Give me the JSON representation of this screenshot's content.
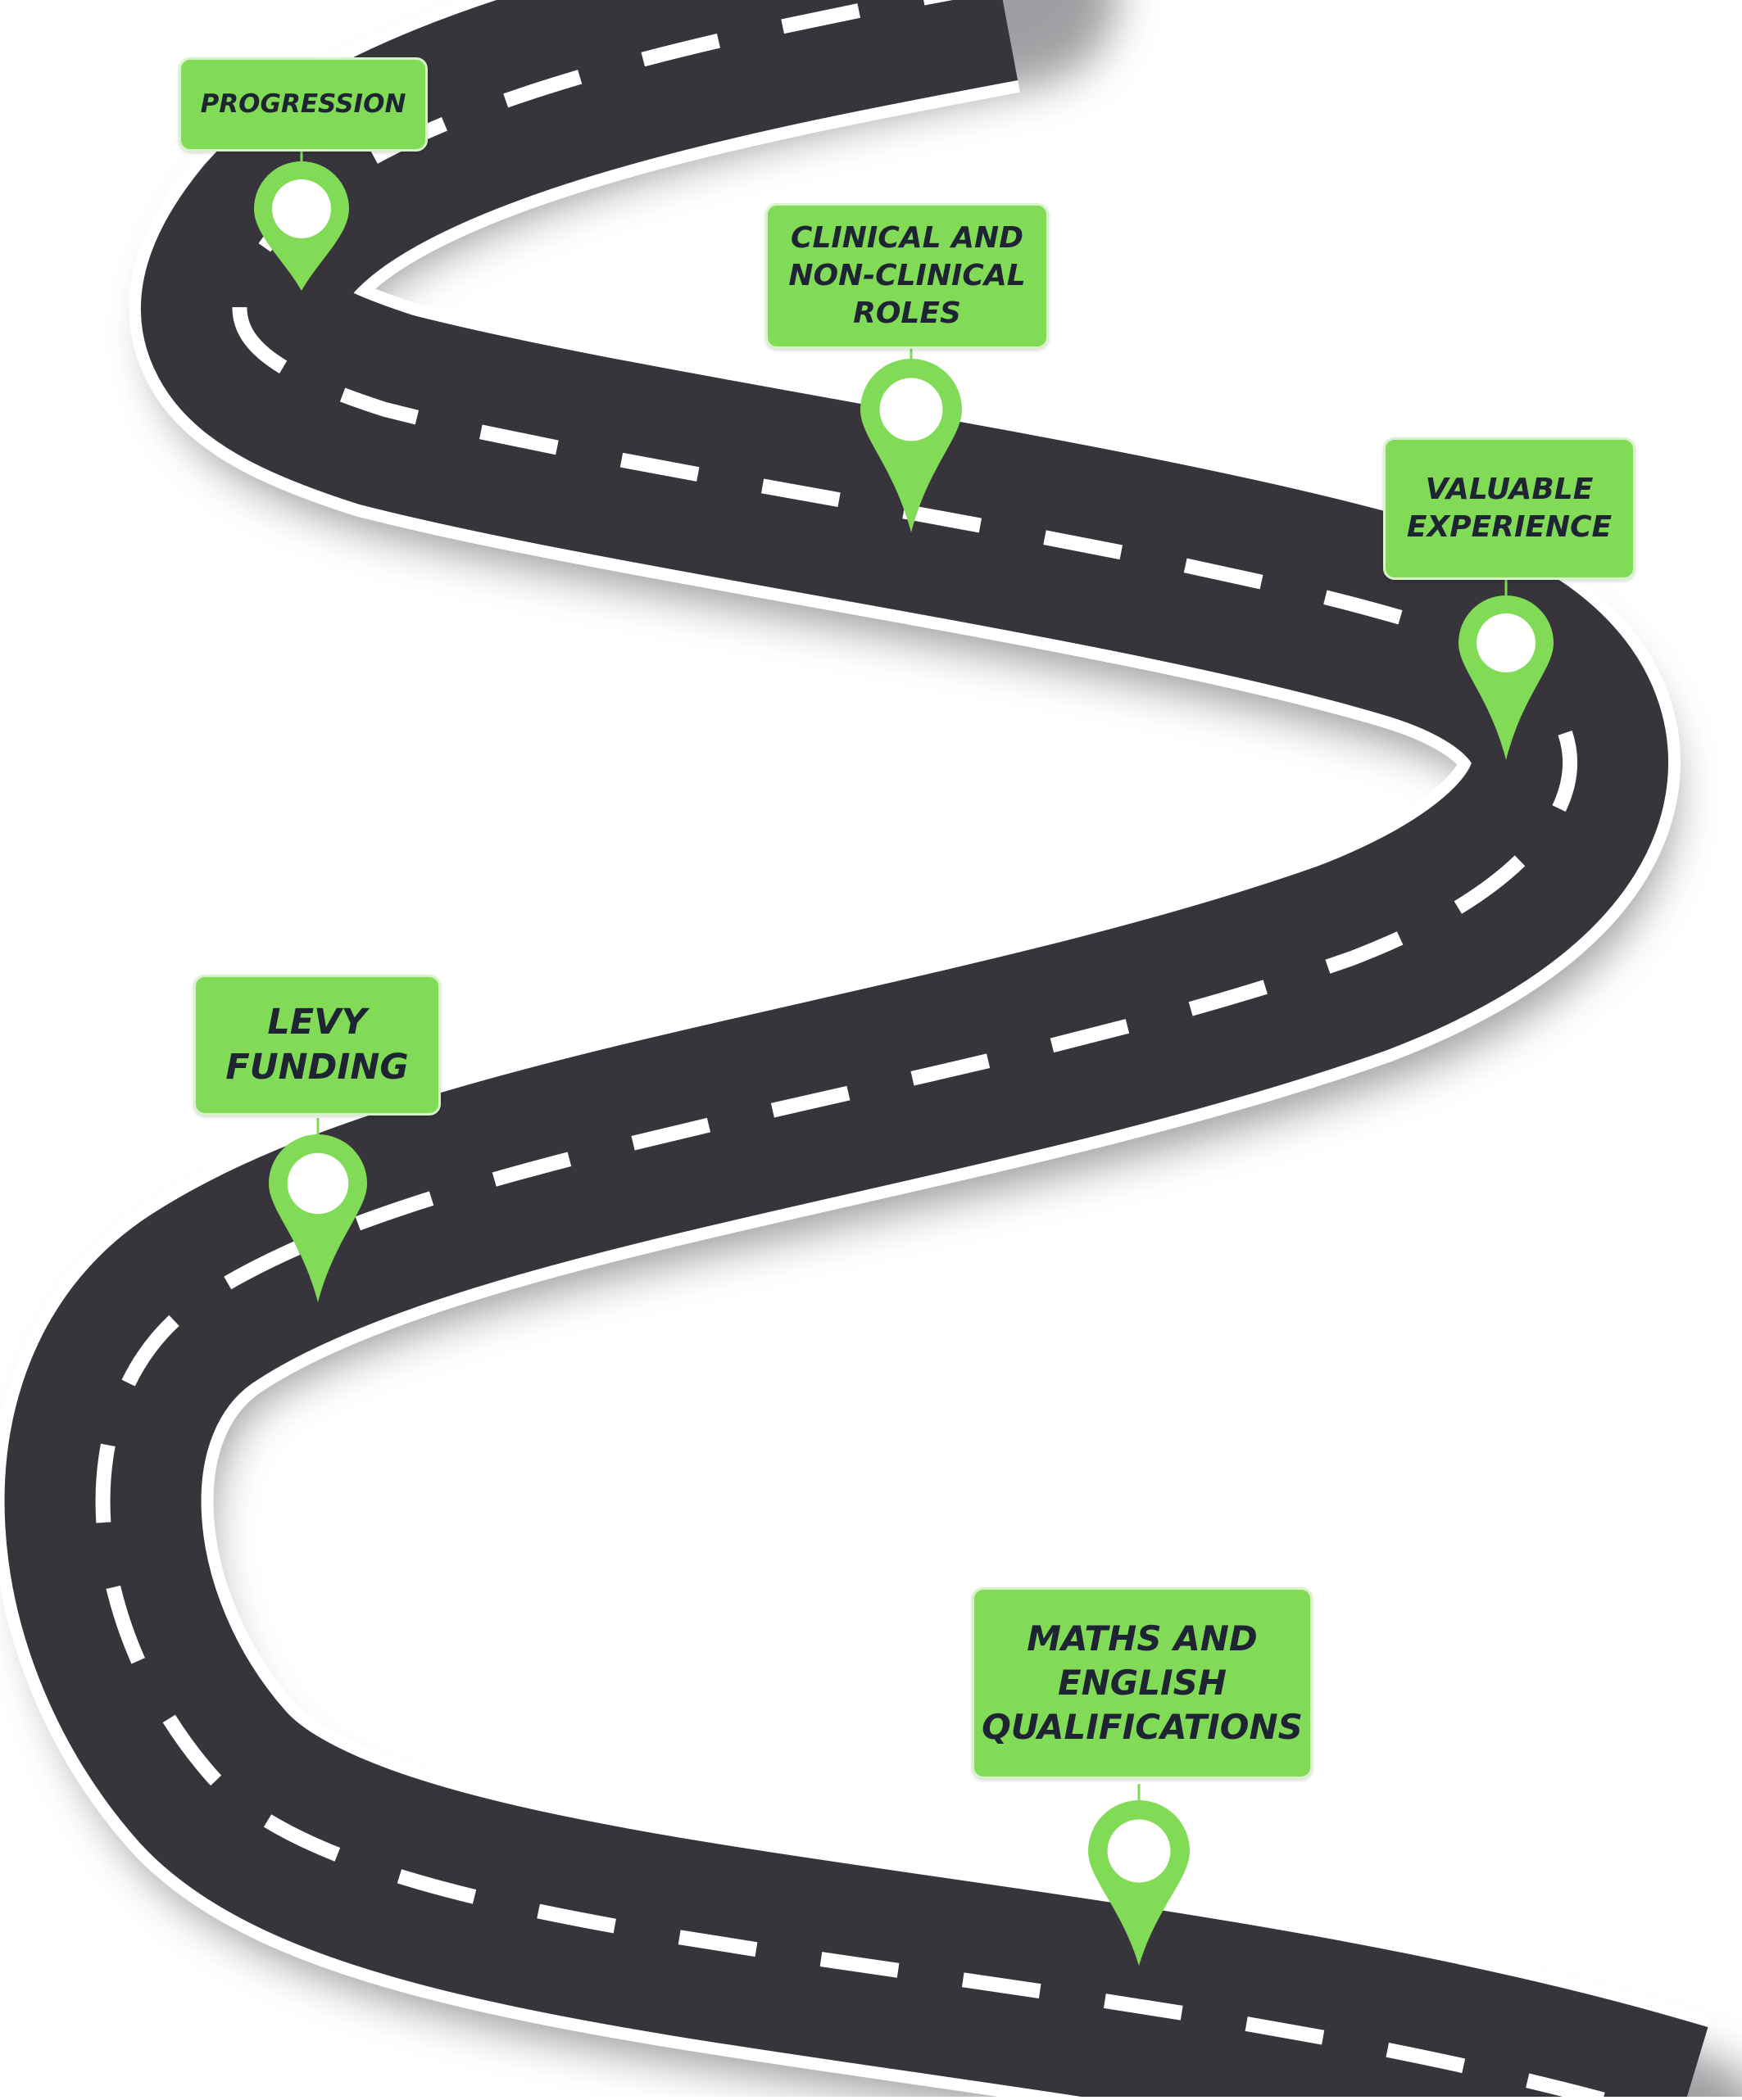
{
  "milestones": [
    {
      "id": "progression",
      "text": "PROGRESSION"
    },
    {
      "id": "clinical",
      "text": "CLINICAL AND\nNON-CLINICAL\nROLES"
    },
    {
      "id": "experience",
      "text": "VALUABLE\nEXPERIENCE"
    },
    {
      "id": "levy",
      "text": "LEVY\nFUNDING"
    },
    {
      "id": "maths",
      "text": "MATHS AND\nENGLISH\nQUALIFICATIONS"
    }
  ],
  "colors": {
    "road": "#37343b",
    "road_edge": "#ffffff",
    "lane_marking": "#ffffff",
    "shadow": "#8f8f93",
    "pin": "#82db57",
    "label_bg": "#82db57",
    "label_text": "#1f2433"
  }
}
